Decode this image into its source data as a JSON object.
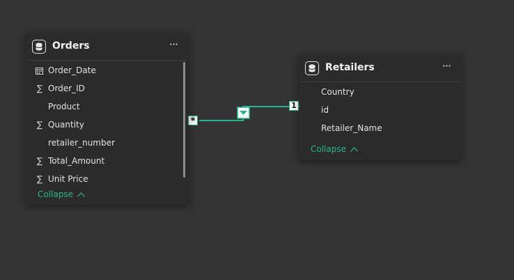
{
  "orders": {
    "title": "Orders",
    "more": "···",
    "fields": [
      {
        "name": "Order_Date",
        "icon": "calendar-icon"
      },
      {
        "name": "Order_ID",
        "icon": "sigma-icon"
      },
      {
        "name": "Product",
        "icon": ""
      },
      {
        "name": "Quantity",
        "icon": "sigma-icon"
      },
      {
        "name": "retailer_number",
        "icon": ""
      },
      {
        "name": "Total_Amount",
        "icon": "sigma-icon"
      },
      {
        "name": "Unit Price",
        "icon": "sigma-icon"
      }
    ],
    "collapse": "Collapse"
  },
  "retailers": {
    "title": "Retailers",
    "more": "···",
    "fields": [
      {
        "name": "Country",
        "icon": ""
      },
      {
        "name": "id",
        "icon": ""
      },
      {
        "name": "Retailer_Name",
        "icon": ""
      }
    ],
    "collapse": "Collapse"
  },
  "relationship": {
    "from_cardinality": "*",
    "to_cardinality": "1",
    "filter_direction": "single",
    "line_color": "#27b58f"
  },
  "colors": {
    "canvas": "#333333",
    "card": "#2b2b2b",
    "accent": "#27b58f"
  }
}
